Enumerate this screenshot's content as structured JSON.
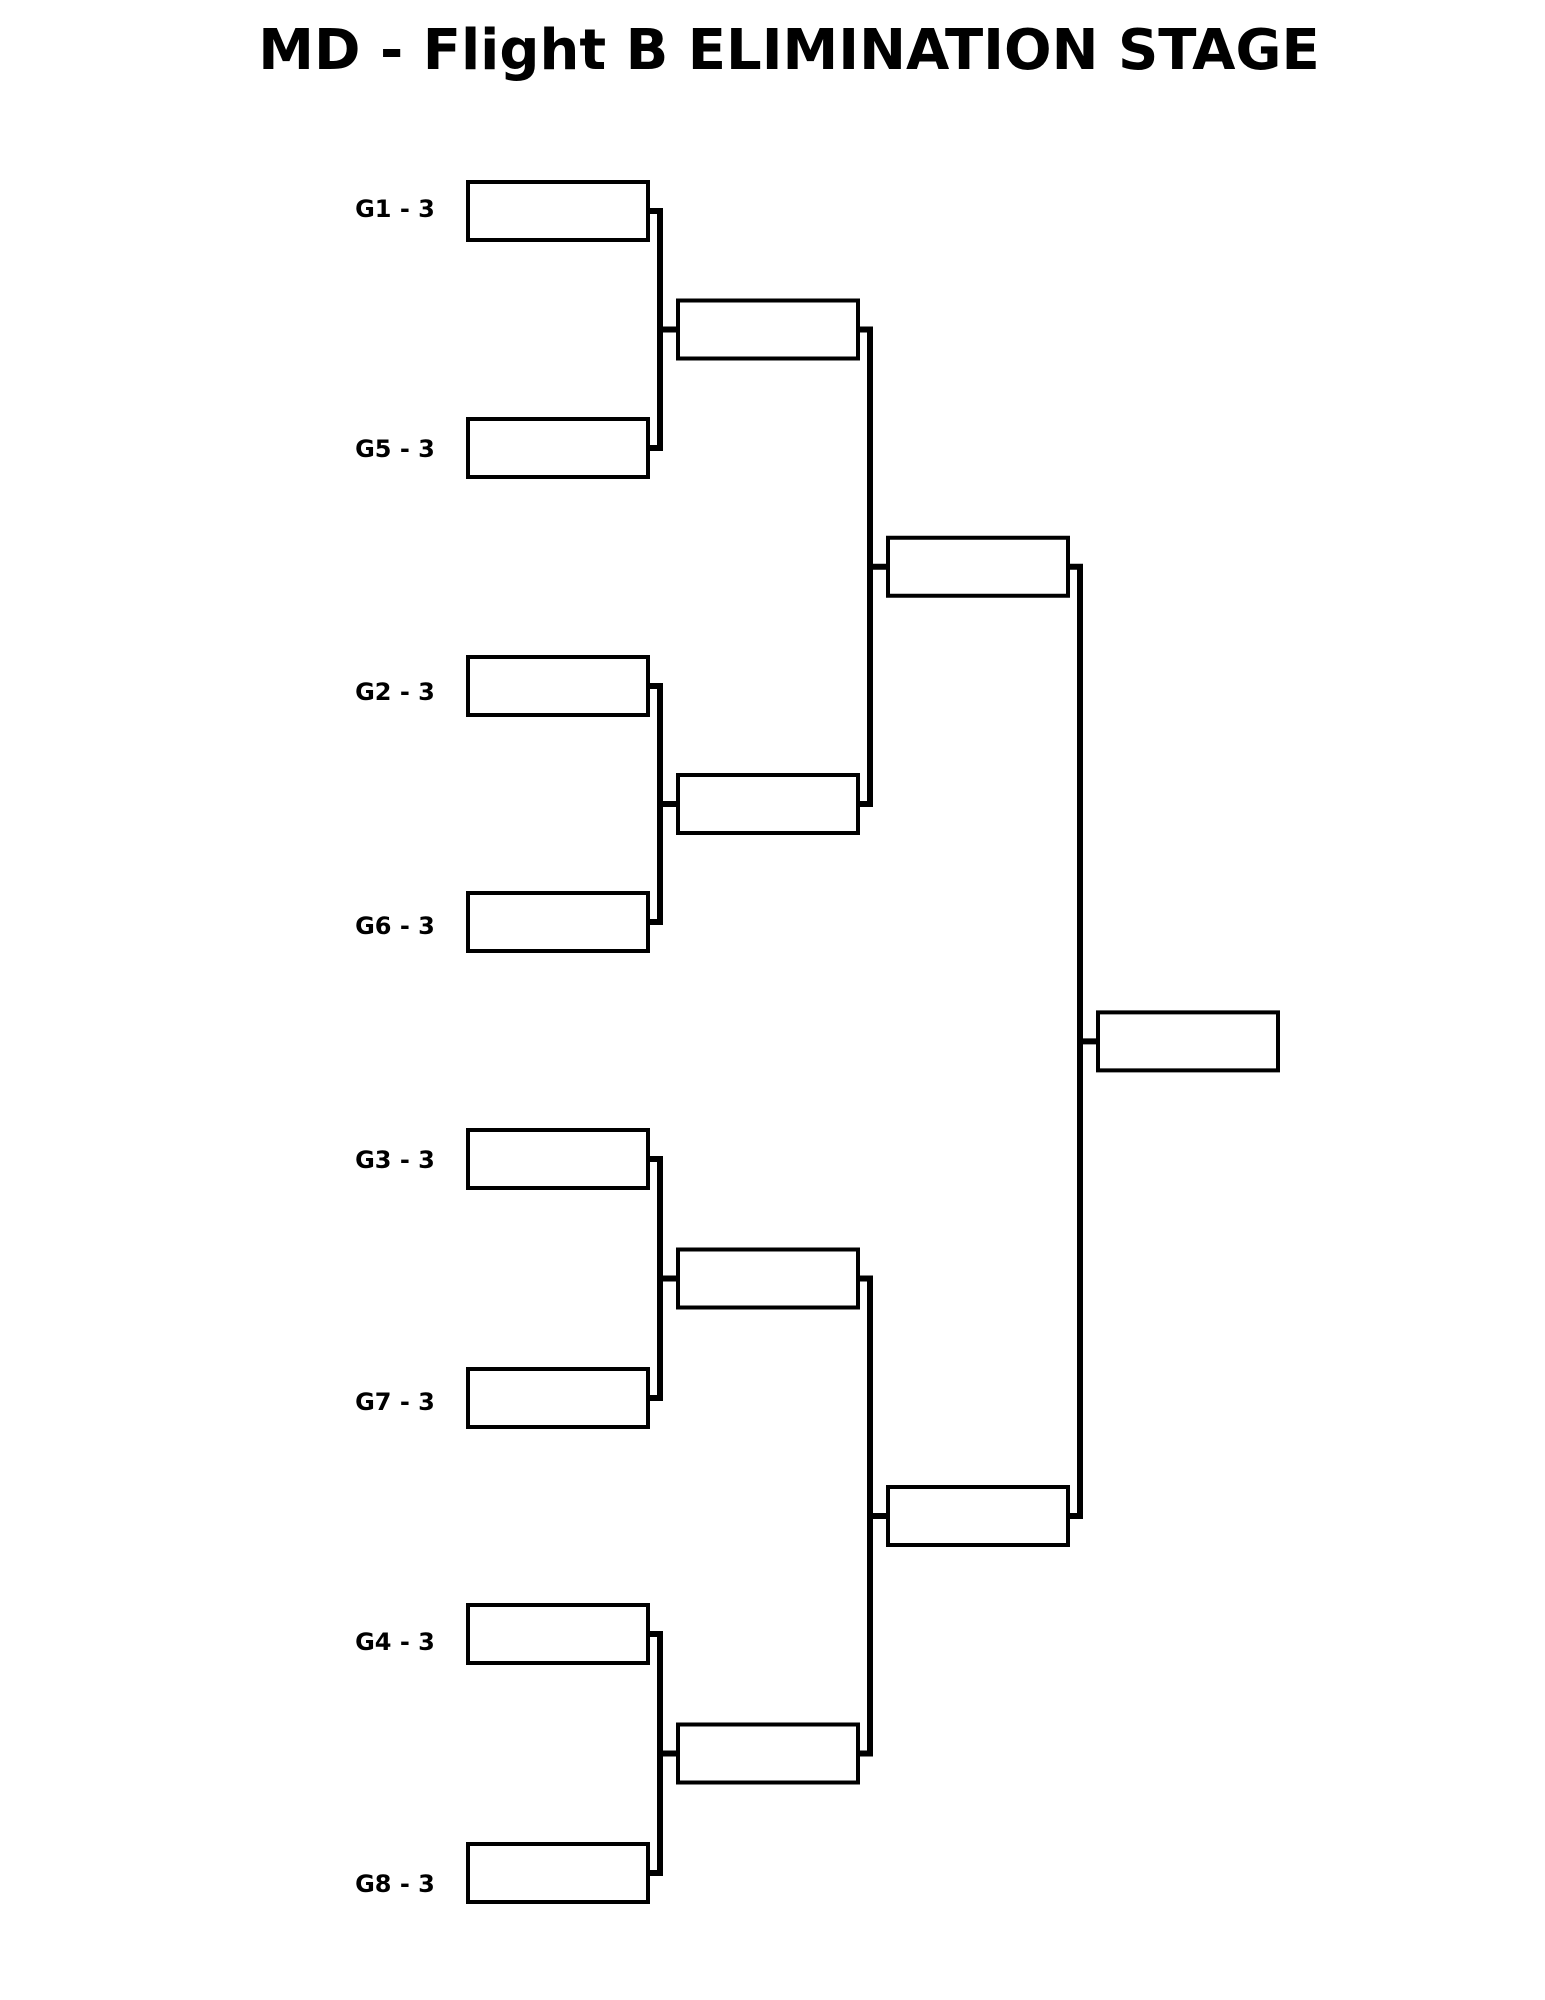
{
  "title": "MD - Flight B ELIMINATION STAGE",
  "seeds": [
    "G1 - 3",
    "G5 - 3",
    "G2 - 3",
    "G6 - 3",
    "G3 - 3",
    "G7 - 3",
    "G4 - 3",
    "G8 - 3"
  ],
  "rounds": [
    {
      "slots": 8
    },
    {
      "slots": 4
    },
    {
      "slots": 2
    },
    {
      "slots": 1
    }
  ]
}
